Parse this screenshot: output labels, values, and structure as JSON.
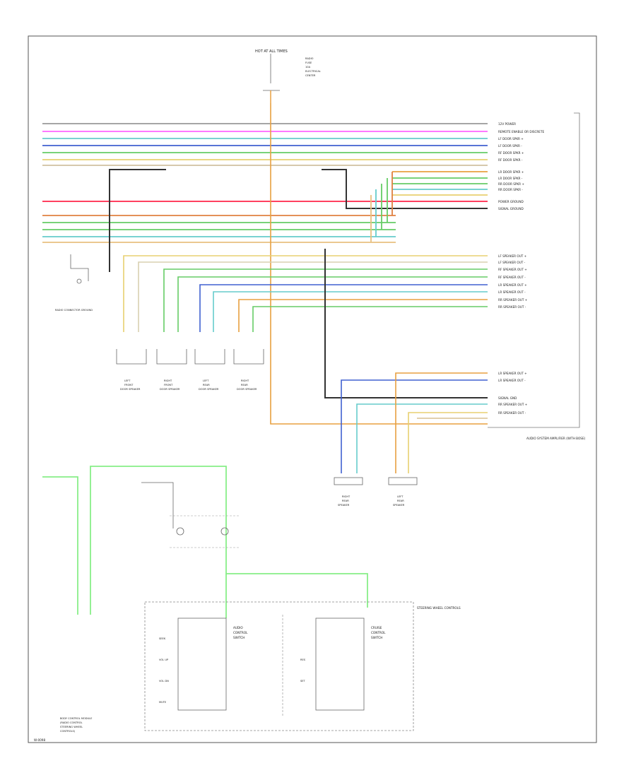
{
  "power_block": {
    "title": "HOT AT ALL TIMES",
    "lines": [
      "RADIO",
      "FUSE",
      "10A",
      "ELECTRICAL",
      "CENTER"
    ]
  },
  "right_pin_labels": [
    "12V POWER",
    "REMOTE ENABLE OR DISCRETE",
    "LF DOOR SPKR +",
    "LF DOOR SPKR -",
    "RF DOOR SPKR +",
    "RF DOOR SPKR -",
    "LR DOOR SPKR +",
    "LR DOOR SPKR -",
    "RR DOOR SPKR +",
    "RR DOOR SPKR -",
    "POWER GROUND",
    "SIGNAL GROUND"
  ],
  "right_pin_labels_2": [
    "LF SPEAKER OUT +",
    "LF SPEAKER OUT -",
    "RF SPEAKER OUT +",
    "RF SPEAKER OUT -",
    "LR SPEAKER OUT +",
    "LR SPEAKER OUT -",
    "RR SPEAKER OUT +",
    "RR SPEAKER OUT -"
  ],
  "right_pin_labels_3": [
    "LR SPEAKER OUT +",
    "LR SPEAKER OUT -",
    "SIGNAL GND",
    "RR SPEAKER OUT +",
    "RR SPEAKER OUT -"
  ],
  "left_connector_label": "RADIO CONNECTOR GROUND",
  "door_speakers": [
    {
      "line1": "LEFT",
      "line2": "FRONT",
      "line3": "DOOR SPEAKER"
    },
    {
      "line1": "RIGHT",
      "line2": "FRONT",
      "line3": "DOOR SPEAKER"
    },
    {
      "line1": "LEFT",
      "line2": "REAR",
      "line3": "DOOR SPEAKER"
    },
    {
      "line1": "RIGHT",
      "line2": "REAR",
      "line3": "DOOR SPEAKER"
    }
  ],
  "rear_speakers": [
    {
      "line1": "RIGHT",
      "line2": "REAR",
      "line3": "SPEAKER"
    },
    {
      "line1": "LEFT",
      "line2": "REAR",
      "line3": "SPEAKER"
    }
  ],
  "amplifier_label": "AUDIO SYSTEM AMPLIFIER (WITH BOSE)",
  "steering_module": {
    "title": "STEERING WHEEL CONTROLS",
    "left_box": [
      "AUDIO",
      "CONTROL",
      "SWITCH"
    ],
    "right_box": [
      "CRUISE",
      "CONTROL",
      "SWITCH"
    ],
    "sub_labels": [
      "SEEK",
      "VOL UP",
      "VOL DN",
      "MUTE",
      "RES",
      "SET"
    ]
  },
  "bottom_left_label": [
    "BODY CONTROL MODULE",
    "(RADIO CONTROL",
    "STEERING WHEEL",
    "CONTROLS)"
  ],
  "footer_code": "W-0098"
}
